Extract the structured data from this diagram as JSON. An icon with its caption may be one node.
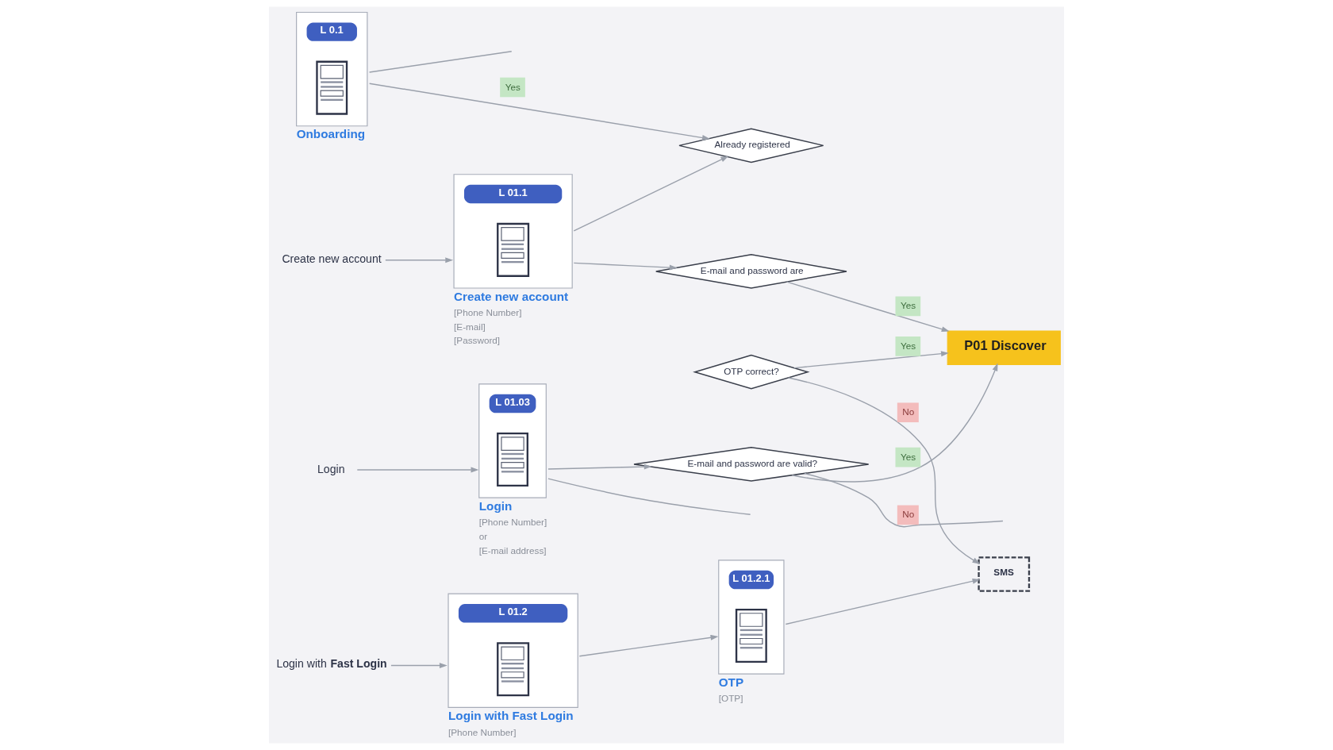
{
  "diagram": {
    "nodes": [
      {
        "text": [
          "L 0.1",
          "Onboarding"
        ]
      },
      {
        "text": [
          "Login"
        ]
      },
      {
        "text": [
          "Login with **Fast Login**"
        ]
      },
      {
        "text": [
          "Create new account"
        ]
      },
      {
        "text": [
          "L 01.1",
          "Create new account",
          "[Phone Number]",
          "[E-mail]",
          "[Password]"
        ]
      },
      {
        "text": [
          "L 01.2",
          "Login with Fast Login",
          "[Phone Number]"
        ]
      },
      {
        "text": [
          "L 01.2.1",
          "OTP",
          "[OTP]"
        ]
      },
      {
        "text": [
          "L 01.03",
          "Login",
          "[Phone Number]",
          "or",
          "[E-mail address]"
        ]
      },
      {
        "text": [
          "Already registered"
        ]
      },
      {
        "text": [
          "SMS"
        ]
      },
      {
        "text": [
          "OTP correct?"
        ]
      },
      {
        "text": [
          "E-mail and password are valid?"
        ]
      },
      {
        "text": [
          "P01 Discover"
        ]
      },
      {
        "text": [
          "E-mail and password are"
        ]
      }
    ],
    "edges": [
      {
        "from": 1,
        "to": 7,
        "arrow": "to"
      },
      {
        "from": 2,
        "to": 5,
        "arrow": "to"
      },
      {
        "from": 3,
        "to": 4,
        "arrow": "to"
      },
      {
        "from": 0,
        "to": 8,
        "arrow": "to",
        "label": "Yes"
      },
      {
        "from": 0,
        "to": null,
        "arrow": "none"
      },
      {
        "from": 4,
        "to": 8,
        "arrow": "to"
      },
      {
        "from": 4,
        "to": 13,
        "arrow": "to"
      },
      {
        "from": 13,
        "to": 12,
        "arrow": "to",
        "label": "Yes"
      },
      {
        "from": 5,
        "to": 6,
        "arrow": "to"
      },
      {
        "from": 6,
        "to": 9,
        "arrow": "to"
      },
      {
        "from": 10,
        "to": 9,
        "arrow": "to",
        "label": "No"
      },
      {
        "from": 10,
        "to": 12,
        "arrow": "to",
        "label": "Yes"
      },
      {
        "from": 7,
        "to": 11,
        "arrow": "to"
      },
      {
        "from": 11,
        "to": 12,
        "arrow": "to",
        "label": "Yes"
      },
      {
        "from": 11,
        "to": null,
        "arrow": "none",
        "label": "No"
      },
      {
        "from": 7,
        "to": null,
        "arrow": "none"
      }
    ]
  }
}
